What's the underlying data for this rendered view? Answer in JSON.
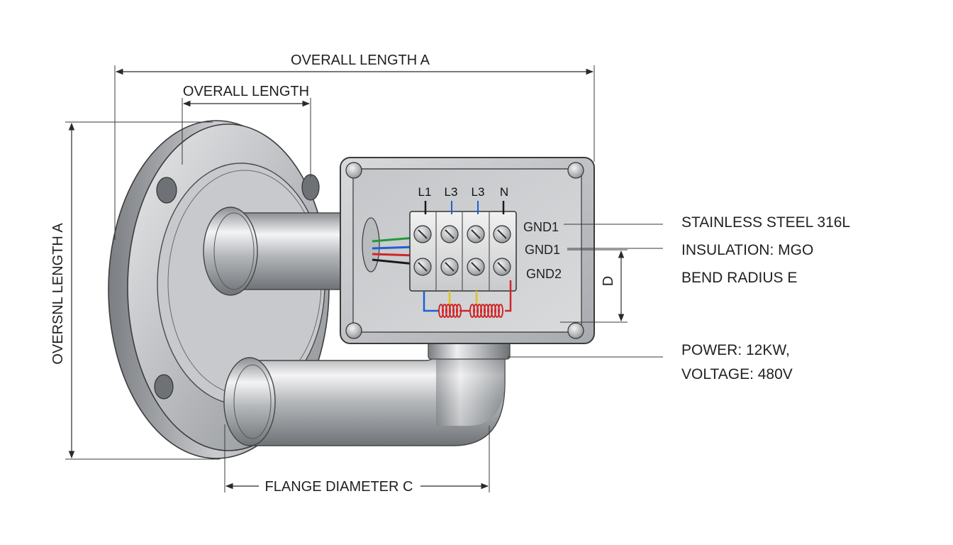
{
  "dimensions": {
    "overall_length_a": "OVERALL LENGTH A",
    "overall_length": "OVERALL LENGTH",
    "vertical_label": "OVERSNL LENGTH A",
    "flange_diameter_c": "FLANGE DIAMETER C",
    "d_label": "D"
  },
  "terminals": {
    "labels": [
      "L1",
      "L3",
      "L3",
      "N"
    ],
    "ground_labels": [
      "GND1",
      "GND1",
      "GND2"
    ]
  },
  "specs": {
    "material": "STAINLESS STEEL 316L",
    "insulation": "INSULATION: MGO",
    "bend": "BEND RADIUS E",
    "power": "POWER: 12KW,",
    "voltage": "VOLTAGE: 480V"
  },
  "wire_colors": {
    "green": "#1f9a3a",
    "blue": "#1f5fd0",
    "red": "#d0262a",
    "black": "#1a1a1a",
    "yellow": "#e2c21a"
  }
}
